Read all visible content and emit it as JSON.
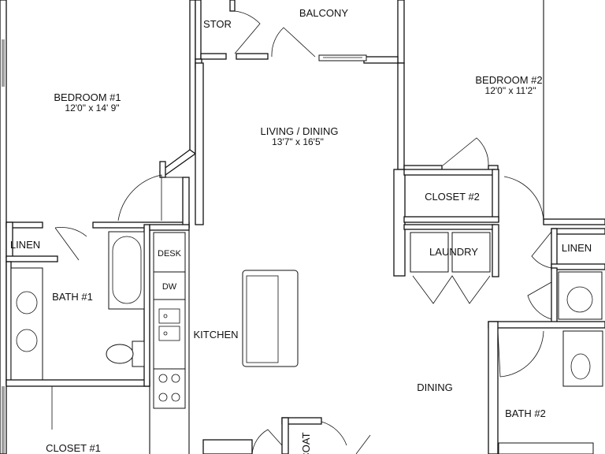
{
  "rooms": {
    "balcony": "BALCONY",
    "stor": "STOR",
    "bedroom1": "BEDROOM #1",
    "bedroom1_dim": "12'0\" x 14' 9\"",
    "living": "LIVING / DINING",
    "living_dim": "13'7\" x 16'5\"",
    "bedroom2": "BEDROOM #2",
    "bedroom2_dim": "12'0\" x 11'2\"",
    "closet2": "CLOSET #2",
    "laundry": "LAUNDRY",
    "linen_left": "LINEN",
    "linen_right": "LINEN",
    "bath1": "BATH #1",
    "desk": "DESK",
    "dw": "DW",
    "kitchen": "KITCHEN",
    "dining": "DINING",
    "bath2": "BATH #2",
    "closet1": "CLOSET #1",
    "coat": "COAT"
  }
}
